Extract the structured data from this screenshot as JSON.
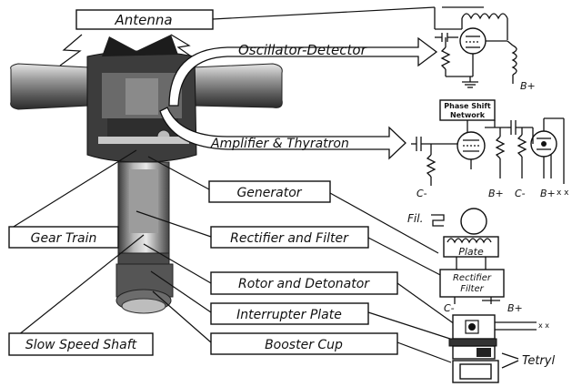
{
  "labels": {
    "antenna": "Antenna",
    "oscillator_detector": "Oscillator-Detector",
    "amplifier_thyratron": "Amplifier & Thyratron",
    "generator": "Generator",
    "gear_train": "Gear Train",
    "rectifier_filter": "Rectifier and Filter",
    "rotor_detonator": "Rotor and Detonator",
    "interrupter_plate": "Interrupter Plate",
    "slow_speed_shaft": "Slow Speed Shaft",
    "booster_cup": "Booster Cup"
  },
  "schematic": {
    "b_plus": "B+",
    "c_minus": "C-",
    "phase_shift_network": [
      "Phase Shift",
      "Network"
    ],
    "fil": "Fil.",
    "plate": "Plate",
    "rectifier_filter": [
      "Rectifier",
      "Filter"
    ],
    "tetryl": "Tetryl",
    "x_marks": "x x"
  }
}
